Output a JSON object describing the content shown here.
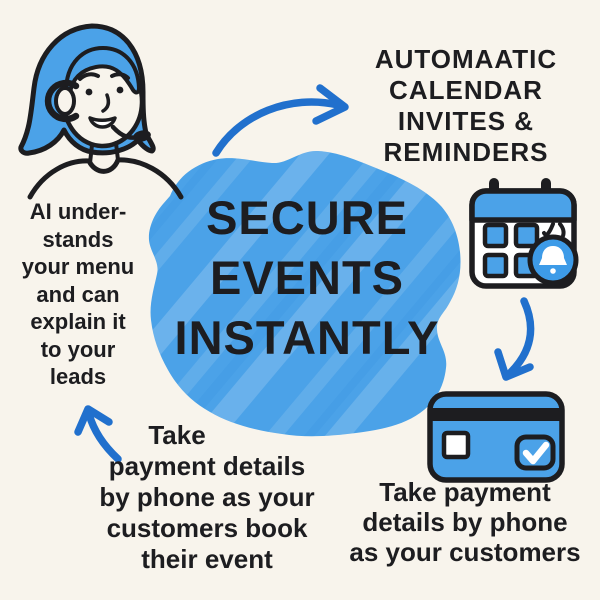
{
  "colors": {
    "background": "#f8f4ec",
    "ink": "#1d1d20",
    "accent_blue": "#4ba2e8",
    "accent_deep_blue": "#3d9be8",
    "arrow_blue": "#2170cd",
    "icon_white": "#ffffff"
  },
  "headline": {
    "lines": [
      "SECURE",
      "EVENTS",
      "INSTANTLY"
    ]
  },
  "notes": {
    "top_right": {
      "lines": [
        "AUTOMAATIC",
        "CALENDAR",
        "INVITES &",
        "REMINDERS"
      ]
    },
    "left": {
      "lines": [
        "AI under-",
        "stands",
        "your menu",
        "and can",
        "explain it",
        "to your",
        "leads"
      ]
    },
    "bottom_center": {
      "lines": [
        "Take",
        "payment details",
        "by phone as your",
        "customers book",
        "their event"
      ]
    },
    "bottom_right": {
      "lines": [
        "Take payment",
        "details by phone",
        "as your customers"
      ]
    }
  },
  "icons": {
    "agent": "support-agent-with-headset-illustration",
    "calendar": "calendar-reminder-icon",
    "bell": "bell-notification-icon",
    "card": "credit-card-icon",
    "card_check": "checkmark-icon",
    "arrow_top": "curved-arrow-right-icon",
    "arrow_calendar": "curved-arrow-down-icon",
    "arrow_bottom_left": "curved-arrow-up-icon"
  }
}
